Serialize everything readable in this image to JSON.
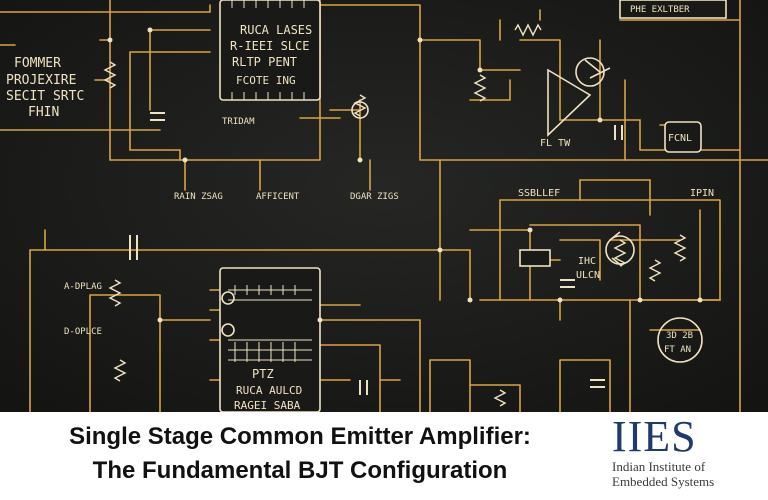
{
  "headline": {
    "line1": "Single Stage Common Emitter Amplifier:",
    "line2": "The Fundamental BJT Configuration"
  },
  "logo": {
    "mark": "IIES",
    "line1": "Indian Institute of",
    "line2": "Embedded Systems",
    "color": "#1f3a6e"
  },
  "schematic": {
    "wire_color": "#d9a441",
    "accent_color": "#f0e2c0",
    "labels": [
      "FOMMER",
      "PROJEXIRE",
      "SECIT SRTC",
      "FHIN",
      "RUCA LASES",
      "R-IEEI SLCE",
      "RLTP PENT",
      "FCOTE ING",
      "PHE EXLTBER",
      "TRIDAM",
      "FL TW",
      "FCNL",
      "RAIN ZSAG",
      "AFFICENT",
      "DGAR ZIGS",
      "SSBLLEF",
      "IHC",
      "ULCN",
      "IPIN",
      "A-DPLAG",
      "D-OPLCE",
      "PTZ",
      "RUCA AULCD",
      "RAGEI SABA",
      "3D 2B",
      "FT AN"
    ]
  }
}
